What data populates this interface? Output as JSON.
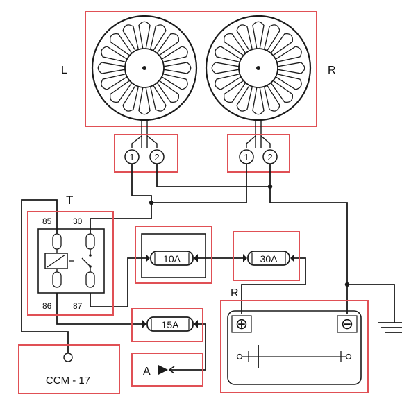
{
  "fan_left_label": "L",
  "fan_right_label": "R",
  "pin_1": "1",
  "pin_2": "2",
  "relay": {
    "label": "T",
    "pin_85": "85",
    "pin_30": "30",
    "pin_86": "86",
    "pin_87": "87"
  },
  "fuse_10": "10A",
  "fuse_30": "30A",
  "fuse_15": "15A",
  "battery_label": "R",
  "battery_plus": "⊕",
  "battery_minus": "⊖",
  "connector_a_label": "A",
  "ccm_label": "CCM - 17",
  "colors": {
    "frame": "#e05055",
    "wire": "#1a1a1a"
  }
}
